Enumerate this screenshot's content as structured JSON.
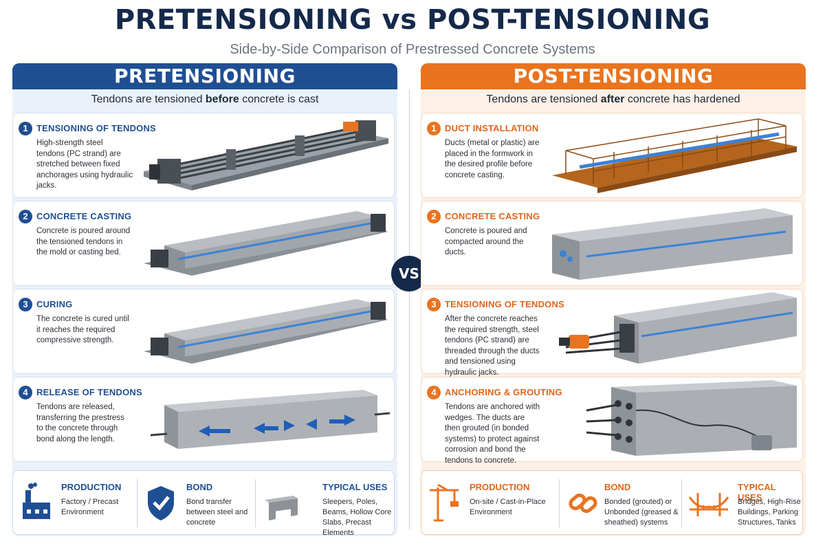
{
  "title": "PRETENSIONING vs POST-TENSIONING",
  "subtitle": "Side-by-Side Comparison of Prestressed Concrete Systems",
  "vs_label": "VS",
  "colors": {
    "pre_accent": "#1f4f93",
    "post_accent": "#e8741f",
    "title": "#15294a"
  },
  "pretensioning": {
    "heading": "PRETENSIONING",
    "tagline": {
      "before": "Tendons are tensioned ",
      "emph": "before",
      "after": " concrete is cast"
    },
    "steps": [
      {
        "num": "1",
        "title": "TENSIONING OF TENDONS",
        "text": "High-strength steel tendons (PC strand) are stretched between fixed anchorages using hydraulic jacks."
      },
      {
        "num": "2",
        "title": "CONCRETE CASTING",
        "text": "Concrete is poured around the tensioned tendons in the mold or casting bed."
      },
      {
        "num": "3",
        "title": "CURING",
        "text": "The concrete is cured until it reaches the required compressive strength."
      },
      {
        "num": "4",
        "title": "RELEASE OF TENDONS",
        "text": "Tendons are released, transferring the prestress to the concrete through bond along the length."
      }
    ],
    "footer": [
      {
        "icon": "factory-icon",
        "title": "PRODUCTION",
        "text": "Factory / Precast Environment"
      },
      {
        "icon": "shield-check-icon",
        "title": "BOND",
        "text": "Bond transfer between steel and concrete"
      },
      {
        "icon": "precast-element-icon",
        "title": "TYPICAL USES",
        "text": "Sleepers, Poles, Beams, Hollow Core Slabs, Precast Elements"
      }
    ]
  },
  "post_tensioning": {
    "heading": "POST-TENSIONING",
    "tagline": {
      "before": "Tendons are tensioned ",
      "emph": "after",
      "after": " concrete has hardened"
    },
    "steps": [
      {
        "num": "1",
        "title": "DUCT INSTALLATION",
        "text": "Ducts (metal or plastic) are placed in the formwork in the desired profile before concrete casting."
      },
      {
        "num": "2",
        "title": "CONCRETE CASTING",
        "text": "Concrete is poured and compacted around the ducts."
      },
      {
        "num": "3",
        "title": "TENSIONING OF TENDONS",
        "text": "After the concrete reaches the required strength, steel tendons (PC strand) are threaded through the ducts and tensioned using hydraulic jacks."
      },
      {
        "num": "4",
        "title": "ANCHORING & GROUTING",
        "text": "Tendons are anchored with wedges. The ducts are then grouted (in bonded systems) to protect against corrosion and bond the tendons to concrete."
      }
    ],
    "footer": [
      {
        "icon": "crane-icon",
        "title": "PRODUCTION",
        "text": "On-site / Cast-in-Place Environment"
      },
      {
        "icon": "chain-link-icon",
        "title": "BOND",
        "text": "Bonded (grouted) or Unbonded (greased & sheathed) systems"
      },
      {
        "icon": "bridge-icon",
        "title": "TYPICAL USES",
        "text": "Bridges, High-Rise Buildings, Parking Structures, Tanks"
      }
    ]
  }
}
